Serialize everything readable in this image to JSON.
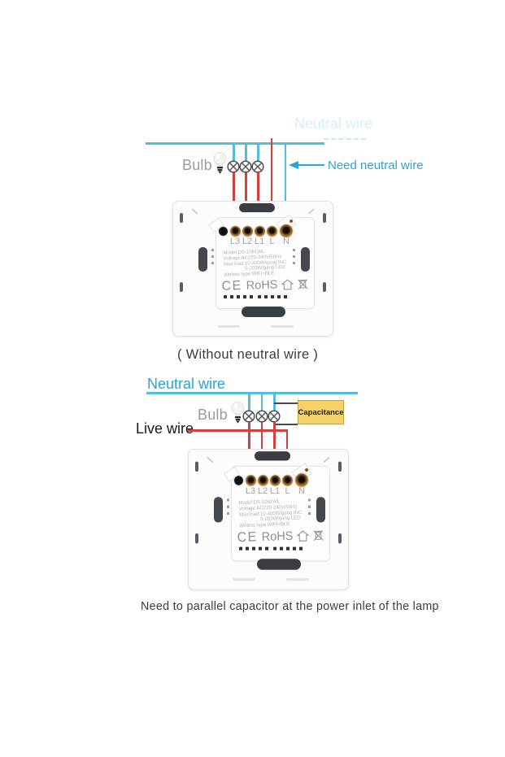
{
  "colors": {
    "cyan_line": "#56bcdb",
    "cyan_text": "#29a5d8",
    "red_wire": "#cd433e",
    "black_wire": "#4a4a4a",
    "cap_bg": "#f6d169",
    "cap_border": "#c0a23f",
    "caption": "#3c3c3c",
    "gray_label": "#9b9b9b"
  },
  "diagram1": {
    "faded_label": "Neutral wire",
    "bulb_label": "Bulb",
    "arrow_label": "Need neutral wire",
    "caption": "( Without neutral wire )"
  },
  "diagram2": {
    "neutral_label": "Neutral wire",
    "bulb_label": "Bulb",
    "live_label": "Live wire",
    "capacitor_label": "Capacitance",
    "caption": "Need to parallel capacitor at the power inlet of the lamp"
  },
  "device": {
    "terminals": [
      "L3",
      "L2",
      "L1",
      "L",
      "N"
    ],
    "specs": [
      "Model:DS-1081WL",
      "Voltage:AC220-240V/50Hz",
      "Max.load:10-400W/gang INC",
      "5-203W/gang LED",
      "Wirless type:WIFI+BLE"
    ],
    "ce_mark": "CE",
    "rohs": "RoHS"
  }
}
